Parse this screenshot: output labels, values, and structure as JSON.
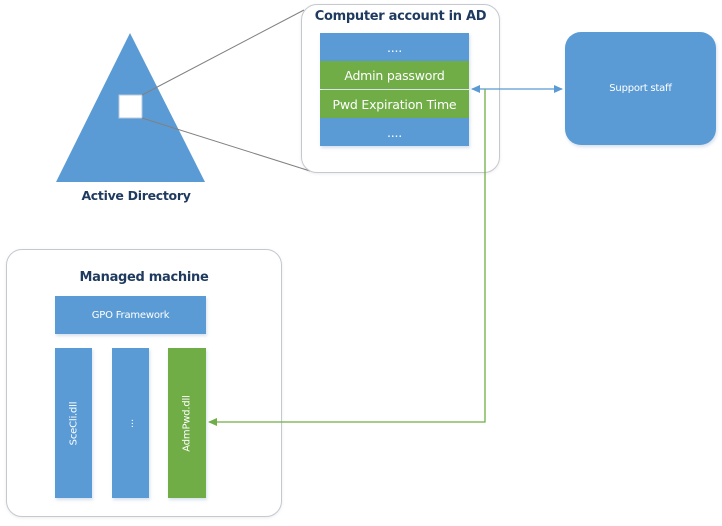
{
  "colors": {
    "blue": "#5b9bd5",
    "green": "#70ad47",
    "title_text": "#1f3a5f",
    "container_border": "#c5c9cf",
    "connector_gray": "#7f7f7f"
  },
  "active_directory": {
    "label": "Active Directory",
    "icon": "triangle-icon"
  },
  "computer_account": {
    "title": "Computer account in AD",
    "fields": [
      {
        "label": "....",
        "color": "blue"
      },
      {
        "label": "Admin password",
        "color": "green"
      },
      {
        "label": "Pwd Expiration Time",
        "color": "green"
      },
      {
        "label": "....",
        "color": "blue"
      }
    ]
  },
  "support_staff": {
    "label": "Support staff"
  },
  "managed_machine": {
    "title": "Managed machine",
    "framework": "GPO Framework",
    "modules": [
      {
        "label": "SceCli.dll",
        "color": "blue"
      },
      {
        "label": "...",
        "color": "blue"
      },
      {
        "label": "AdmPwd.dll",
        "color": "green"
      }
    ]
  },
  "connectors": [
    {
      "from": "support_staff",
      "to": "computer_account.fields",
      "style": "bidirectional",
      "color": "blue"
    },
    {
      "from": "computer_account",
      "to": "managed_machine.modules.AdmPwd.dll",
      "style": "arrow",
      "color": "green"
    },
    {
      "from": "active_directory.object",
      "to": "computer_account",
      "style": "zoom-lines",
      "color": "gray"
    }
  ]
}
